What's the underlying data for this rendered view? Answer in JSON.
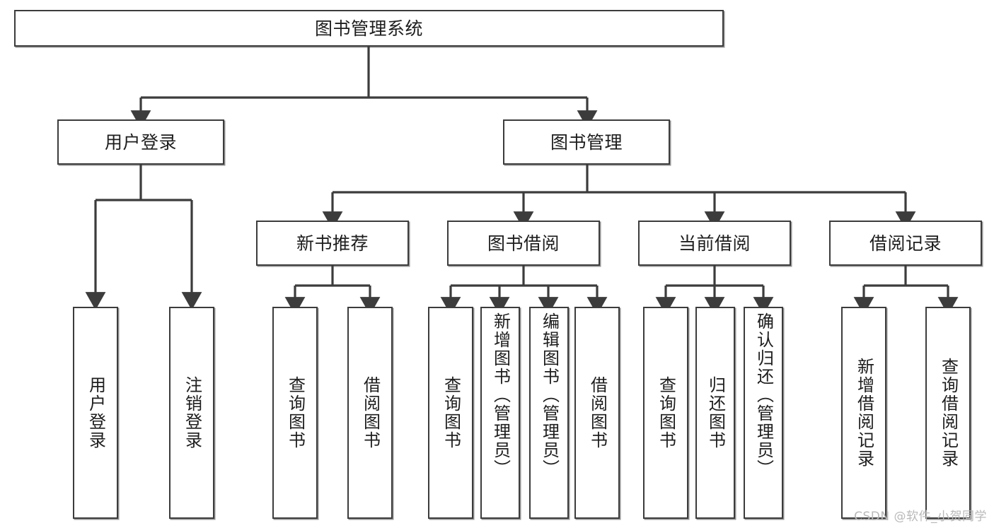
{
  "diagram": {
    "kind": "tree-hierarchy-chart",
    "title": "图书管理系统",
    "line_color": "#3c3c3c",
    "box_fill": "#ffffff",
    "text_color": "#1d1d1d",
    "levels": {
      "root": {
        "label": "图书管理系统"
      },
      "level2": [
        {
          "label": "用户登录"
        },
        {
          "label": "图书管理"
        }
      ],
      "level3": [
        {
          "label": "新书推荐"
        },
        {
          "label": "图书借阅"
        },
        {
          "label": "当前借阅"
        },
        {
          "label": "借阅记录"
        }
      ],
      "leaves": {
        "user_login": [
          {
            "label": "用户登录"
          },
          {
            "label": "注销登录"
          }
        ],
        "new_book_recommend": [
          {
            "label": "查询图书"
          },
          {
            "label": "借阅图书"
          }
        ],
        "book_borrow": [
          {
            "label": "查询图书"
          },
          {
            "label": "新增图书（管理员）"
          },
          {
            "label": "编辑图书（管理员）"
          },
          {
            "label": "借阅图书"
          }
        ],
        "current_borrow": [
          {
            "label": "查询图书"
          },
          {
            "label": "归还图书"
          },
          {
            "label": "确认归还（管理员）"
          }
        ],
        "borrow_record": [
          {
            "label": "新增借阅记录"
          },
          {
            "label": "查询借阅记录"
          }
        ]
      }
    }
  },
  "watermark": {
    "text": "CSDN @软件_小贺同学"
  }
}
